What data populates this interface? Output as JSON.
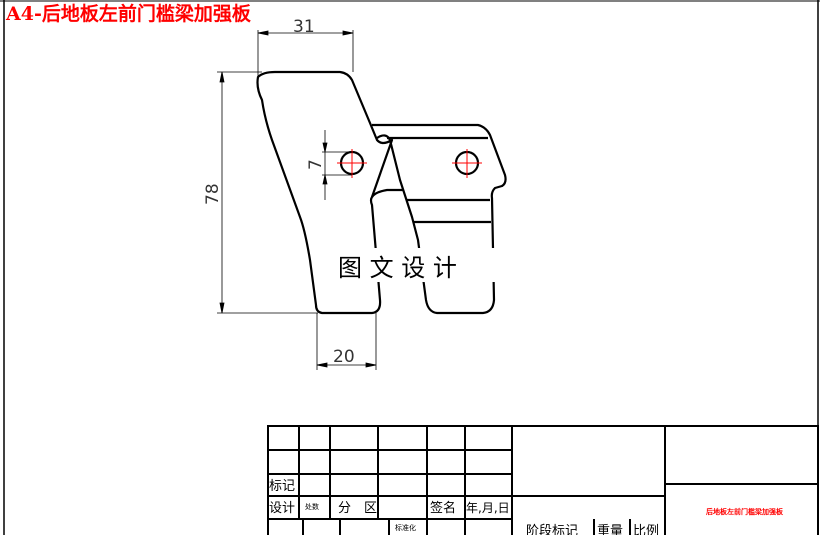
{
  "title": "A4-后地板左前门槛梁加强板",
  "watermark": "图 文 设 计",
  "dimensions": {
    "width": "31",
    "height": "78",
    "bottom": "20",
    "hole": "7"
  },
  "title_block": {
    "mark": "标记",
    "design": "设计",
    "count": "处数",
    "zone": "分　区",
    "signature": "签名",
    "date": "年,月,日",
    "standardization": "标准化",
    "stage_mark": "阶段标记",
    "weight": "重量",
    "scale": "比例",
    "drawing_name": "后地板左前门槛梁加强板"
  },
  "colors": {
    "title": "#ff0000",
    "center_marks": "#ff0000",
    "lines": "#000000"
  }
}
